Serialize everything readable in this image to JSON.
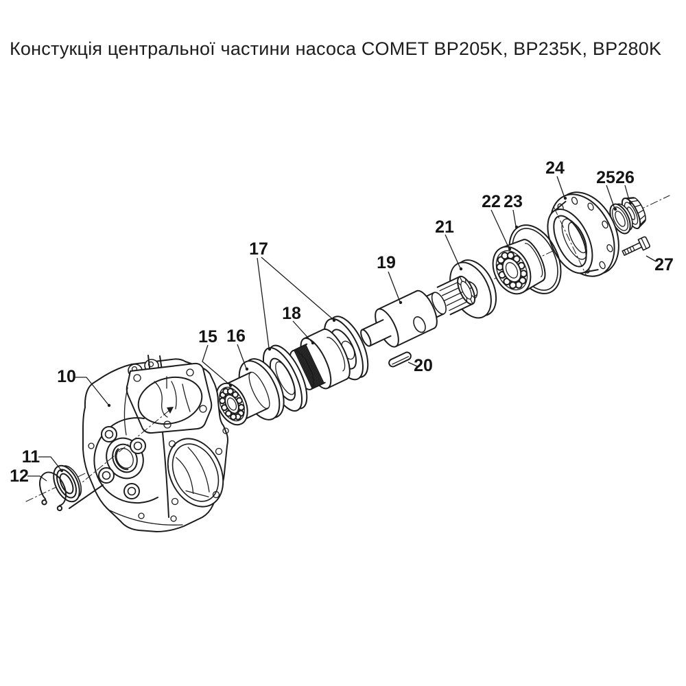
{
  "title": "Констукція центральної частини насоса COMET BP205K, BP235K, BP280K",
  "colors": {
    "ink": "#1c1c1c",
    "paper": "#ffffff"
  },
  "parts": [
    {
      "number": "10"
    },
    {
      "number": "11"
    },
    {
      "number": "12"
    },
    {
      "number": "15"
    },
    {
      "number": "16"
    },
    {
      "number": "17"
    },
    {
      "number": "18"
    },
    {
      "number": "19"
    },
    {
      "number": "20"
    },
    {
      "number": "21"
    },
    {
      "number": "22"
    },
    {
      "number": "23"
    },
    {
      "number": "24"
    },
    {
      "number": "25"
    },
    {
      "number": "26"
    },
    {
      "number": "27"
    }
  ]
}
